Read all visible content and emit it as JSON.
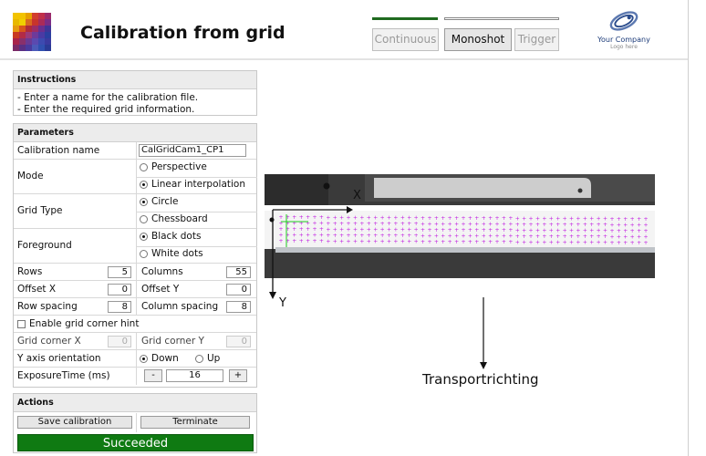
{
  "header": {
    "title": "Calibration from grid",
    "modes": [
      {
        "label": "Continuous",
        "active": false
      },
      {
        "label": "Monoshot",
        "active": true
      },
      {
        "label": "Trigger",
        "active": false
      }
    ],
    "company": {
      "line1": "Your Company",
      "line2": "Logo here"
    },
    "logo_colors": [
      "#f2c300",
      "#f2c300",
      "#e6a000",
      "#d23d2d",
      "#c0304a",
      "#9a2a6a",
      "#e8b800",
      "#f0d000",
      "#d86a20",
      "#c8342c",
      "#aa2b58",
      "#7b2c86",
      "#e69a10",
      "#d8561c",
      "#b02a3a",
      "#9c2c66",
      "#6a2f8e",
      "#3f3598",
      "#c83a22",
      "#b22b46",
      "#9a3a7a",
      "#6e3a9a",
      "#4a3aa4",
      "#2b3fa0",
      "#a8234a",
      "#88306c",
      "#6a3a94",
      "#5a4ab0",
      "#3d4ab0",
      "#3a3aa0",
      "#7a2a66",
      "#5a2f84",
      "#4a3a9e",
      "#4c5ab8",
      "#3050b0",
      "#2a3a96"
    ]
  },
  "instructions": {
    "heading": "Instructions",
    "lines": [
      "- Enter a name for the calibration file.",
      "- Enter the required grid information."
    ]
  },
  "parameters": {
    "heading": "Parameters",
    "calibration_name_label": "Calibration name",
    "calibration_name_value": "CalGridCam1_CP1",
    "mode_label": "Mode",
    "mode_options": [
      "Perspective",
      "Linear interpolation"
    ],
    "mode_selected": 1,
    "grid_type_label": "Grid Type",
    "grid_type_options": [
      "Circle",
      "Chessboard"
    ],
    "grid_type_selected": 0,
    "foreground_label": "Foreground",
    "foreground_options": [
      "Black dots",
      "White dots"
    ],
    "foreground_selected": 0,
    "rows_label": "Rows",
    "rows_value": "5",
    "columns_label": "Columns",
    "columns_value": "55",
    "offset_x_label": "Offset X",
    "offset_x_value": "0",
    "offset_y_label": "Offset Y",
    "offset_y_value": "0",
    "row_spacing_label": "Row spacing",
    "row_spacing_value": "8",
    "column_spacing_label": "Column spacing",
    "column_spacing_value": "8",
    "grid_hint_label": "Enable grid corner hint",
    "grid_corner_x_label": "Grid corner X",
    "grid_corner_x_value": "0",
    "grid_corner_y_label": "Grid corner Y",
    "grid_corner_y_value": "0",
    "y_axis_label": "Y axis orientation",
    "y_axis_options": [
      "Down",
      "Up"
    ],
    "y_axis_selected": 0,
    "exposure_label": "ExposureTime (ms)",
    "exposure_minus": "-",
    "exposure_value": "16",
    "exposure_plus": "+"
  },
  "actions": {
    "heading": "Actions",
    "save_label": "Save calibration",
    "terminate_label": "Terminate",
    "status_text": "Succeeded"
  },
  "image": {
    "x_label": "X",
    "y_label": "Y",
    "transport_label": "Transportrichting",
    "grid_rows": 5,
    "grid_columns": 55,
    "dot_color": "#c01ae0"
  }
}
